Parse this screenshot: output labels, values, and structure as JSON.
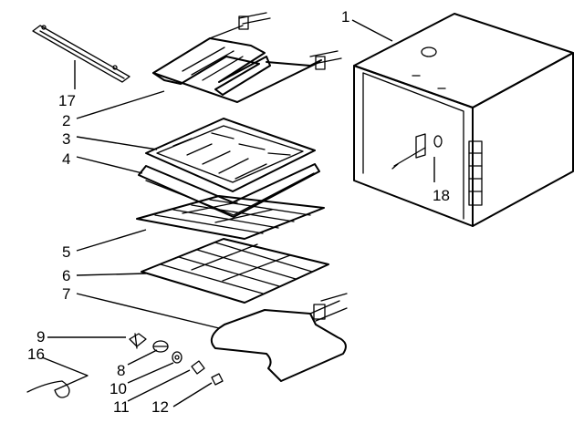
{
  "diagram": {
    "callouts": [
      {
        "id": "1",
        "text": "1"
      },
      {
        "id": "2",
        "text": "2"
      },
      {
        "id": "3",
        "text": "3"
      },
      {
        "id": "4",
        "text": "4"
      },
      {
        "id": "5",
        "text": "5"
      },
      {
        "id": "6",
        "text": "6"
      },
      {
        "id": "7",
        "text": "7"
      },
      {
        "id": "8",
        "text": "8"
      },
      {
        "id": "9",
        "text": "9"
      },
      {
        "id": "10",
        "text": "10"
      },
      {
        "id": "11",
        "text": "11"
      },
      {
        "id": "12",
        "text": "12"
      },
      {
        "id": "16",
        "text": "16"
      },
      {
        "id": "17",
        "text": "17"
      },
      {
        "id": "18",
        "text": "18"
      }
    ]
  }
}
